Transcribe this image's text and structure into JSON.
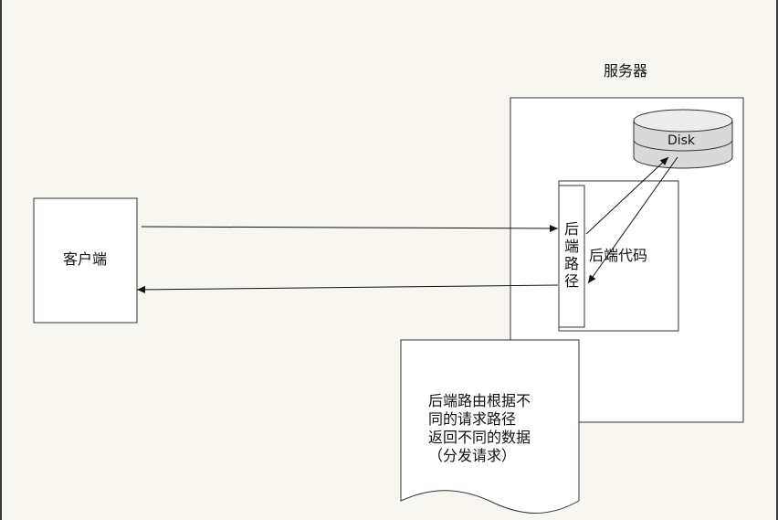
{
  "diagram": {
    "server_title": "服务器",
    "disk_label": "Disk",
    "client_label": "客户端",
    "route_label_chars": [
      "后",
      "端",
      "路",
      "径"
    ],
    "backend_code_label": "后端代码",
    "note_lines": [
      "后端路由根据不",
      "同的请求路径",
      "返回不同的数据",
      "（分发请求）"
    ]
  }
}
